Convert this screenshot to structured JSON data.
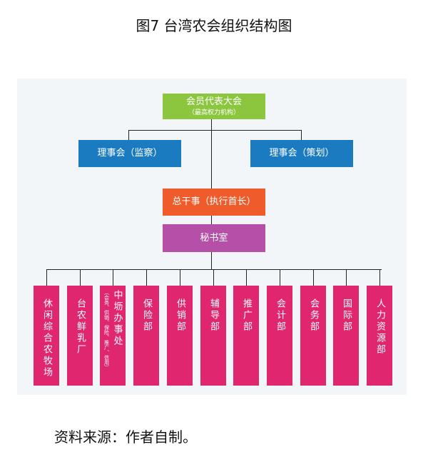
{
  "figure": {
    "title": "图7 台湾农会组织结构图",
    "source": "资料来源：作者自制。"
  },
  "chart": {
    "top": {
      "label": "会员代表大会",
      "sublabel": "（最高权力机构）",
      "color": "#8cc63e"
    },
    "boards": [
      {
        "label": "理事会（监察）",
        "color": "#1a7bc0"
      },
      {
        "label": "理事会（策划）",
        "color": "#1a7bc0"
      }
    ],
    "gm": {
      "label": "总干事（执行首长）",
      "color": "#ef5b2a"
    },
    "secretariat": {
      "label": "秘书室",
      "color": "#b54fa8"
    },
    "departments": [
      {
        "label": "休闲综合农牧场",
        "sublabel": ""
      },
      {
        "label": "台农鲜乳厂",
        "sublabel": ""
      },
      {
        "label": "中坜办事处",
        "sublabel": "（会务、供销、保险、推广、信用）"
      },
      {
        "label": "保险部",
        "sublabel": ""
      },
      {
        "label": "供销部",
        "sublabel": ""
      },
      {
        "label": "辅导部",
        "sublabel": ""
      },
      {
        "label": "推广部",
        "sublabel": ""
      },
      {
        "label": "会计部",
        "sublabel": ""
      },
      {
        "label": "会务部",
        "sublabel": ""
      },
      {
        "label": "国际部",
        "sublabel": ""
      },
      {
        "label": "人力资源部",
        "sublabel": ""
      }
    ],
    "department_color": "#e0266e",
    "panel_color": "#f3f6f9",
    "line_color": "#222222"
  }
}
